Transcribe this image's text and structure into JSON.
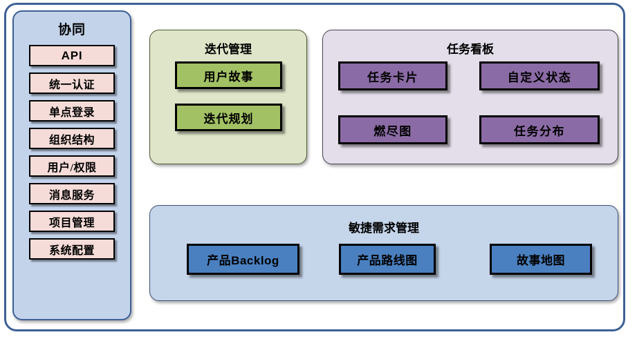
{
  "diagram": {
    "title_visible": false,
    "colors": {
      "outer_border": "#3d6095",
      "sidebar_bg": "#c3d3ea",
      "sidebar_item_bg": "#f5dcd8",
      "green_panel_bg": "#dee5c9",
      "green_box_bg": "#a2c164",
      "purple_panel_bg": "#e3dee9",
      "purple_box_bg": "#8b6ba5",
      "blue_panel_bg": "#c5d5ea",
      "blue_box_bg": "#4a80c0"
    }
  },
  "sidebar": {
    "title": "协同",
    "items": [
      {
        "label": "API",
        "style": "sans"
      },
      {
        "label": "统一认证",
        "style": "serif"
      },
      {
        "label": "单点登录",
        "style": "serif"
      },
      {
        "label": "组织结构",
        "style": "serif"
      },
      {
        "label": "用户/权限",
        "style": "serif"
      },
      {
        "label": "消息服务",
        "style": "serif"
      },
      {
        "label": "项目管理",
        "style": "serif"
      },
      {
        "label": "系统配置",
        "style": "serif"
      }
    ]
  },
  "iteration_panel": {
    "title": "迭代管理",
    "boxes": [
      {
        "label": "用户故事"
      },
      {
        "label": "迭代规划"
      }
    ]
  },
  "board_panel": {
    "title": "任务看板",
    "boxes": [
      {
        "label": "任务卡片"
      },
      {
        "label": "自定义状态"
      },
      {
        "label": "燃尽图"
      },
      {
        "label": "任务分布"
      }
    ]
  },
  "agile_panel": {
    "title": "敏捷需求管理",
    "boxes": [
      {
        "label_cn": "产品",
        "label_latin": "Backlog"
      },
      {
        "label": "产品路线图"
      },
      {
        "label": "故事地图"
      }
    ]
  }
}
